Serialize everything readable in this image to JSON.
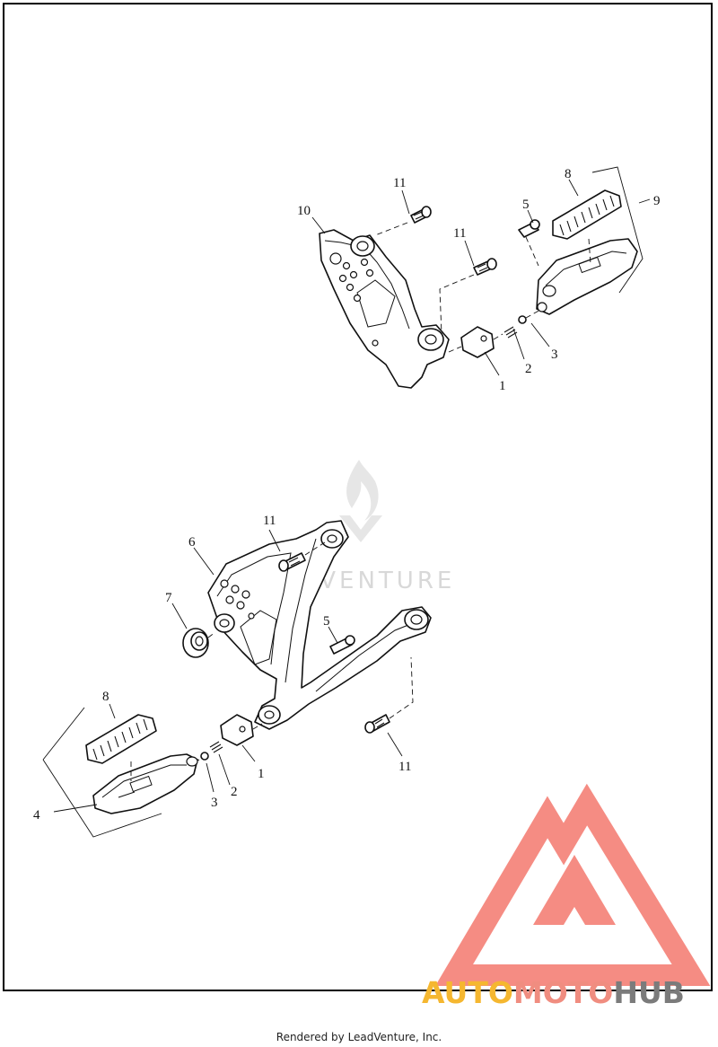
{
  "diagram": {
    "callouts": {
      "top_1": "1",
      "top_2": "2",
      "top_3": "3",
      "top_5": "5",
      "top_8": "8",
      "top_9": "9",
      "top_10": "10",
      "top_11a": "11",
      "top_11b": "11",
      "bot_1": "1",
      "bot_2": "2",
      "bot_3": "3",
      "bot_4": "4",
      "bot_5": "5",
      "bot_6": "6",
      "bot_7": "7",
      "bot_8": "8",
      "bot_11a": "11",
      "bot_11b": "11"
    }
  },
  "watermark": {
    "text": "LEADVENTURE"
  },
  "brand": {
    "part1": "AUTO",
    "part2": "MOTO",
    "part3": "HUB",
    "colors": {
      "auto": "#f5b730",
      "moto": "#f08d80",
      "hub": "#7b7b7b"
    }
  },
  "footer": {
    "text": "Rendered by LeadVenture, Inc."
  }
}
